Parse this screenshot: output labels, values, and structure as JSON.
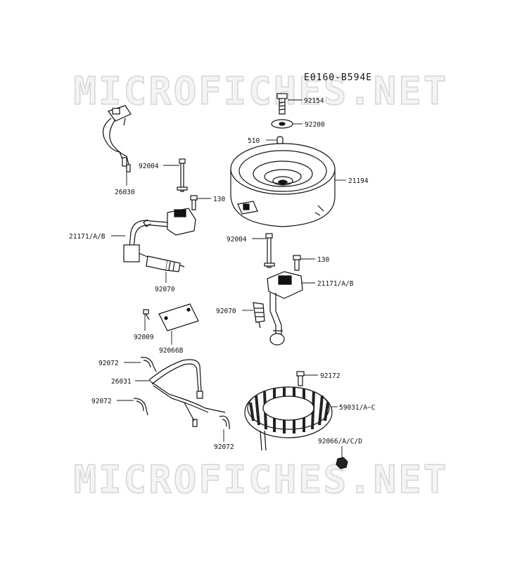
{
  "watermark": "MICROFICHES.NET",
  "diagram_id": "E0160-B594E",
  "part_labels": {
    "p92154": "92154",
    "p92200": "92200",
    "p510": "510",
    "p21194": "21194",
    "p92004_a": "92004",
    "p130_a": "130",
    "p26030": "26030",
    "p21171_a": "21171/A/B",
    "p92070_a": "92070",
    "p92004_b": "92004",
    "p130_b": "130",
    "p21171_b": "21171/A/B",
    "p92070_b": "92070",
    "p92009": "92009",
    "p92066B": "92066B",
    "p92072_a": "92072",
    "p26031": "26031",
    "p92072_b": "92072",
    "p92072_c": "92072",
    "p92172": "92172",
    "p59031": "59031/A~C",
    "p92066": "92066/A/C/D"
  }
}
